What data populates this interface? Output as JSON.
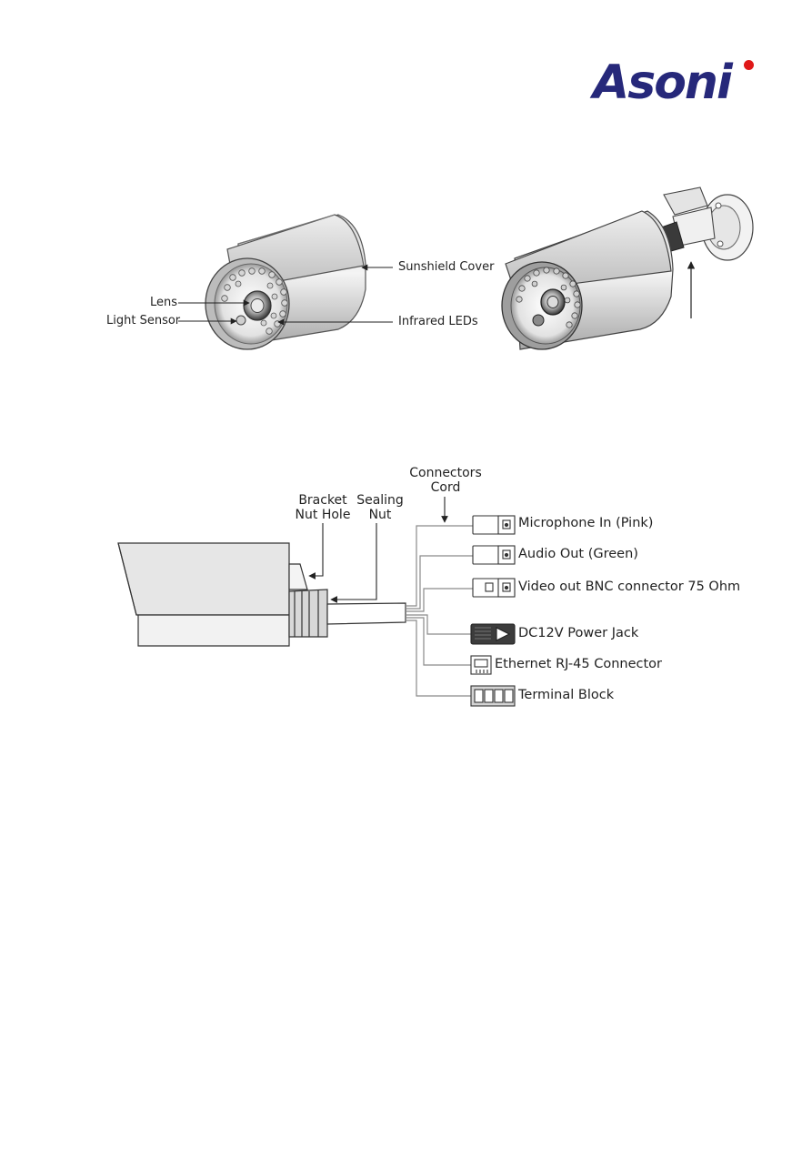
{
  "brand": {
    "logo_text": "Asoni",
    "accent": "#26287a",
    "dot_color": "#e01818"
  },
  "figure1": {
    "labels": {
      "sunshield": "Sunshield Cover",
      "lens": "Lens",
      "light_sensor": "Light Sensor",
      "infrared": "Infrared LEDs"
    }
  },
  "figure2": {
    "bracket": [
      "Bracket",
      "Nut Hole"
    ],
    "sealing": [
      "Sealing",
      "Nut"
    ],
    "cord": [
      "Connectors",
      "Cord"
    ],
    "connectors": [
      {
        "label": "Microphone In (Pink)",
        "icon": "rca-jack-icon"
      },
      {
        "label": "Audio Out (Green)",
        "icon": "rca-jack-icon"
      },
      {
        "label": "Video out BNC connector 75 Ohm",
        "icon": "bnc-jack-icon"
      },
      {
        "label": "DC12V Power Jack",
        "icon": "power-jack-icon"
      },
      {
        "label": "Ethernet RJ-45 Connector",
        "icon": "rj45-icon"
      },
      {
        "label": "Terminal Block",
        "icon": "terminal-block-icon"
      }
    ]
  }
}
